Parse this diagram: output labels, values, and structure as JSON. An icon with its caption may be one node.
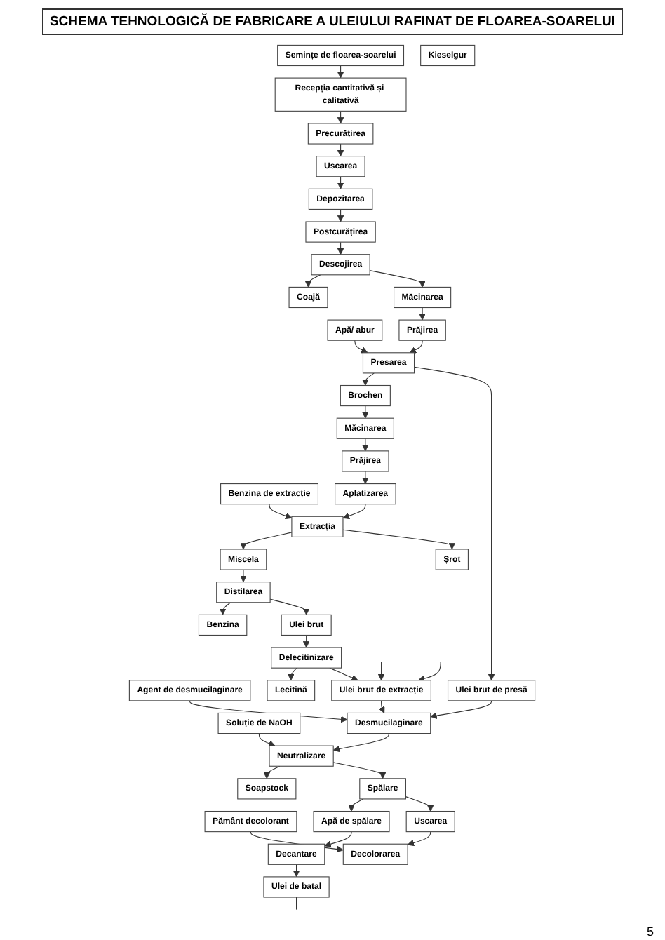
{
  "diagram": {
    "title": "SCHEMA TEHNOLOGICĂ DE FABRICARE A ULEIULUI RAFINAT DE FLOAREA-SOARELUI",
    "nodes": [
      {
        "text": [
          "Pământ decolorant"
        ]
      },
      {
        "text": [
          "Benzina de extracție"
        ]
      },
      {
        "text": [
          "Apă/ abur"
        ]
      },
      {
        "text": [
          "Semințe de floarea-soarelui"
        ]
      },
      {
        "text": [
          "Agent de desmucilaginare"
        ]
      },
      {
        "text": [
          "Soluție de NaOH"
        ]
      },
      {
        "text": [
          "Kieselgur"
        ]
      },
      {
        "text": [
          "Recepția cantitativă și calitativă"
        ]
      },
      {
        "text": [
          "Precurățirea"
        ]
      },
      {
        "text": [
          "Uscarea"
        ]
      },
      {
        "text": [
          "Depozitarea"
        ]
      },
      {
        "text": [
          "Postcurățirea"
        ]
      },
      {
        "text": [
          "Descojirea"
        ]
      },
      {
        "text": [
          "Coajă"
        ]
      },
      {
        "text": [
          "Măcinarea"
        ]
      },
      {
        "text": [
          "Prăjirea"
        ]
      },
      {
        "text": [
          "Presarea"
        ]
      },
      {
        "text": [
          "Brochen"
        ]
      },
      {
        "text": [
          "Măcinarea"
        ]
      },
      {
        "text": [
          "Prăjirea"
        ]
      },
      {
        "text": [
          "Aplatizarea"
        ]
      },
      {
        "text": [
          "Extracția"
        ]
      },
      {
        "text": [
          "Miscela"
        ]
      },
      {
        "text": [
          "Distilarea"
        ]
      },
      {
        "text": [
          "Benzina"
        ]
      },
      {
        "text": [
          "Ulei brut"
        ]
      },
      {
        "text": [
          "Delecitinizare"
        ]
      },
      {
        "text": [
          "Șrot"
        ]
      },
      {
        "text": [
          "Lecitină"
        ]
      },
      {
        "text": [
          "Ulei brut de extracție"
        ]
      },
      {
        "text": [
          "Ulei brut de presă"
        ]
      },
      {
        "text": [
          "Desmucilaginare"
        ]
      },
      {
        "text": [
          "Neutralizare"
        ]
      },
      {
        "text": [
          "Soapstock"
        ]
      },
      {
        "text": [
          "Spălare"
        ]
      },
      {
        "text": [
          "Apă de spălare"
        ]
      },
      {
        "text": [
          "Uscarea"
        ]
      },
      {
        "text": [
          "Decantare"
        ]
      },
      {
        "text": [
          "Decolorarea"
        ]
      },
      {
        "text": [
          "Ulei de batal"
        ]
      }
    ],
    "edges": [
      {
        "from": 3,
        "to": 7,
        "arrow": "to"
      },
      {
        "from": 7,
        "to": 8,
        "arrow": "to"
      },
      {
        "from": 8,
        "to": 9,
        "arrow": "to"
      },
      {
        "from": 9,
        "to": 10,
        "arrow": "to"
      },
      {
        "from": 10,
        "to": 11,
        "arrow": "to"
      },
      {
        "from": 11,
        "to": 12,
        "arrow": "to"
      },
      {
        "from": 12,
        "to": 13,
        "arrow": "to"
      },
      {
        "from": 12,
        "to": 14,
        "arrow": "to"
      },
      {
        "from": 14,
        "to": 15,
        "arrow": "to"
      },
      {
        "from": 15,
        "to": 16,
        "arrow": "to"
      },
      {
        "from": 2,
        "to": 16,
        "arrow": "to"
      },
      {
        "from": 16,
        "to": 17,
        "arrow": "to"
      },
      {
        "from": 16,
        "to": 30,
        "arrow": "to"
      },
      {
        "from": 17,
        "to": 18,
        "arrow": "to"
      },
      {
        "from": 18,
        "to": 19,
        "arrow": "to"
      },
      {
        "from": 19,
        "to": 20,
        "arrow": "to"
      },
      {
        "from": 20,
        "to": 21,
        "arrow": "to"
      },
      {
        "from": 1,
        "to": 21,
        "arrow": "to"
      },
      {
        "from": 21,
        "to": 22,
        "arrow": "to"
      },
      {
        "from": 21,
        "to": 27,
        "arrow": "to"
      },
      {
        "from": 22,
        "to": 23,
        "arrow": "to"
      },
      {
        "from": 23,
        "to": 24,
        "arrow": "to"
      },
      {
        "from": 23,
        "to": 25,
        "arrow": "to"
      },
      {
        "from": 25,
        "to": 26,
        "arrow": "to"
      },
      {
        "from": 26,
        "to": 28,
        "arrow": "to"
      },
      {
        "from": 26,
        "to": 29,
        "arrow": "to"
      },
      {
        "from": null,
        "to": 29,
        "arrow": "to"
      },
      {
        "from": null,
        "to": 29,
        "arrow": "to"
      },
      {
        "from": 29,
        "to": 31,
        "arrow": "to"
      },
      {
        "from": 4,
        "to": 31,
        "arrow": "to"
      },
      {
        "from": 30,
        "to": 31,
        "arrow": "to"
      },
      {
        "from": 31,
        "to": 32,
        "arrow": "to"
      },
      {
        "from": 5,
        "to": 32,
        "arrow": "to"
      },
      {
        "from": 32,
        "to": 33,
        "arrow": "to"
      },
      {
        "from": 32,
        "to": 34,
        "arrow": "to"
      },
      {
        "from": 34,
        "to": 35,
        "arrow": "to"
      },
      {
        "from": 34,
        "to": 36,
        "arrow": "to"
      },
      {
        "from": 35,
        "to": 37,
        "arrow": "to"
      },
      {
        "from": 36,
        "to": 38,
        "arrow": "to"
      },
      {
        "from": 0,
        "to": 38,
        "arrow": "to"
      },
      {
        "from": 37,
        "to": 39,
        "arrow": "to"
      },
      {
        "from": 39,
        "to": null,
        "arrow": "none"
      }
    ],
    "labels": [
      "5"
    ]
  }
}
